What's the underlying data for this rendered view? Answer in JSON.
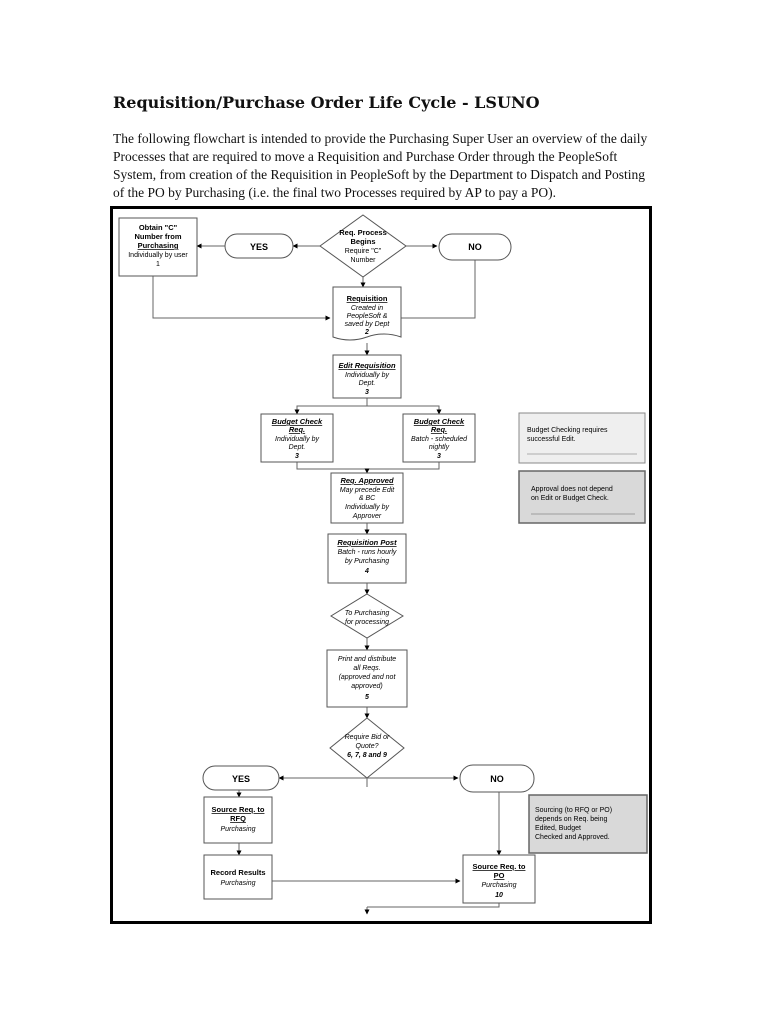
{
  "document": {
    "title": "Requisition/Purchase Order Life Cycle - LSUNO",
    "intro": "The following flowchart is intended to provide the Purchasing Super User an overview of the daily Processes that are required to move a Requisition and Purchase Order through the PeopleSoft System, from creation of the Requisition in PeopleSoft by the Department to Dispatch and Posting of the PO by Purchasing (i.e. the final two Processes required by AP to pay a PO)."
  },
  "flowchart": {
    "obtain_c": {
      "lines": [
        "Obtain \"C\"",
        "Number from"
      ],
      "link": "Purchasing",
      "detail": "Individually by user",
      "step": "1"
    },
    "yes_top": "YES",
    "no_top": "NO",
    "req_process": {
      "lines": [
        "Req. Process",
        "Begins"
      ],
      "detail": [
        "Require \"C\"",
        "Number"
      ]
    },
    "requisition": {
      "title": "Requisition",
      "detail": [
        "Created in",
        "PeopleSoft &",
        "saved by Dept"
      ],
      "step": "2"
    },
    "edit_req": {
      "title": "Edit Requisition",
      "detail": [
        "Individually by",
        "Dept."
      ],
      "step": "3"
    },
    "budget_left": {
      "title": [
        "Budget Check",
        "Req."
      ],
      "detail": [
        "Individually by",
        "Dept."
      ],
      "step": "3"
    },
    "budget_right": {
      "title": [
        "Budget Check",
        "Req."
      ],
      "detail": [
        "Batch - scheduled",
        "nightly"
      ],
      "step": "3"
    },
    "req_approved": {
      "title": "Req. Approved",
      "detail": [
        "May precede Edit",
        "& BC",
        "Individually by",
        "Approver"
      ]
    },
    "req_post": {
      "title": "Requisition Post",
      "detail": [
        "Batch - runs hourly",
        "by Purchasing"
      ],
      "step": "4"
    },
    "to_purchasing": [
      "To Purchasing",
      "for processing"
    ],
    "print_distribute": {
      "detail": [
        "Print and distribute",
        "all Reqs.",
        "(approved and not",
        "approved)"
      ],
      "step": "5"
    },
    "require_bid": {
      "detail": [
        "Require Bid or",
        "Quote?"
      ],
      "steps": "6, 7, 8 and 9"
    },
    "yes_bottom": "YES",
    "no_bottom": "NO",
    "source_rfq": {
      "title": [
        "Source Req. to",
        "RFQ"
      ],
      "detail": "Purchasing"
    },
    "record_results": {
      "title": "Record Results",
      "detail": "Purchasing"
    },
    "source_po": {
      "title": [
        "Source Req. to",
        "PO"
      ],
      "detail": "Purchasing",
      "step": "10"
    },
    "notes": {
      "budget_note": [
        "Budget Checking requires",
        "successful Edit."
      ],
      "approval_note": [
        "Approval  does not  depend",
        "on Edit or Budget Check."
      ],
      "sourcing_note": [
        "Sourcing (to RFQ or PO)",
        "depends on  Req. being",
        "Edited, Budget",
        "Checked and Approved."
      ]
    }
  }
}
